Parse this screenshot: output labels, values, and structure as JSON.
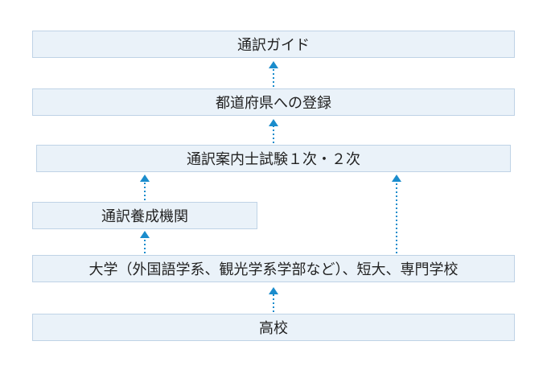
{
  "boxes": {
    "guide": "通訳ガイド",
    "registration": "都道府県への登録",
    "exam": "通訳案内士試験１次・２次",
    "training": "通訳養成機関",
    "university": "大学（外国語学系、観光学系学部など）、短大、専門学校",
    "highschool": "高校"
  },
  "colors": {
    "arrow": "#1a8ccc",
    "box_fill": "#eaf2f9",
    "box_border": "#bfd3e6"
  }
}
